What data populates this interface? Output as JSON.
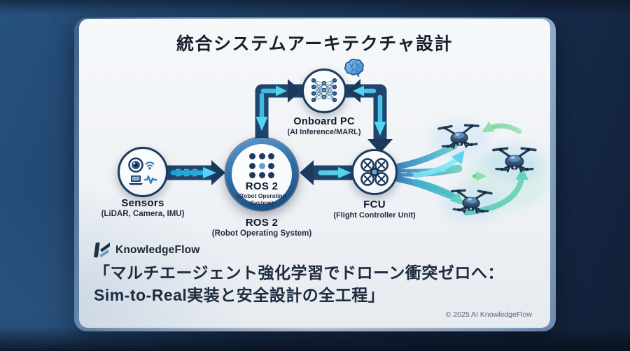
{
  "slide": {
    "title": "統合システムアーキテクチャ設計",
    "copyright": "© 2025 AI KnowledgeFlow"
  },
  "brand": {
    "name": "KnowledgeFlow"
  },
  "quote": {
    "line1": "「マルチエージェント強化学習でドローン衝突ゼロへ：",
    "line2": "Sim-to-Real実装と安全設計の全工程」"
  },
  "nodes": {
    "sensors": {
      "label": "Sensors",
      "sublabel": "(LiDAR, Camera, IMU)",
      "icon": "sensor-suite-icon"
    },
    "ros2": {
      "label": "ROS 2",
      "sublabel": "(Robot Operating System)",
      "icon": "ros2-dots-icon"
    },
    "onboard_pc": {
      "label": "Onboard PC",
      "sublabel": "(AI Inference/MARL)",
      "icon": "neural-network-icon",
      "badge": "brain-icon"
    },
    "fcu": {
      "label": "FCU",
      "sublabel": "(Flight Controller Unit)",
      "icon": "flight-controller-icon"
    }
  },
  "connections": [
    {
      "from": "sensors",
      "to": "ros2",
      "direction": "one-way"
    },
    {
      "from": "ros2",
      "to": "onboard_pc",
      "direction": "two-way"
    },
    {
      "from": "onboard_pc",
      "to": "fcu",
      "direction": "two-way"
    },
    {
      "from": "ros2",
      "to": "fcu",
      "direction": "two-way"
    },
    {
      "from": "fcu",
      "to": "drone-swarm",
      "direction": "one-way"
    }
  ],
  "colors": {
    "background_navy": "#1d3d63",
    "card": "#f2f4f7",
    "pipe_navy": "#20456c",
    "arrow_cyan": "#55d4f2",
    "accent_teal": "#74d8b4",
    "ring_blue": "#2f6da8",
    "text_dark": "#16202e"
  }
}
